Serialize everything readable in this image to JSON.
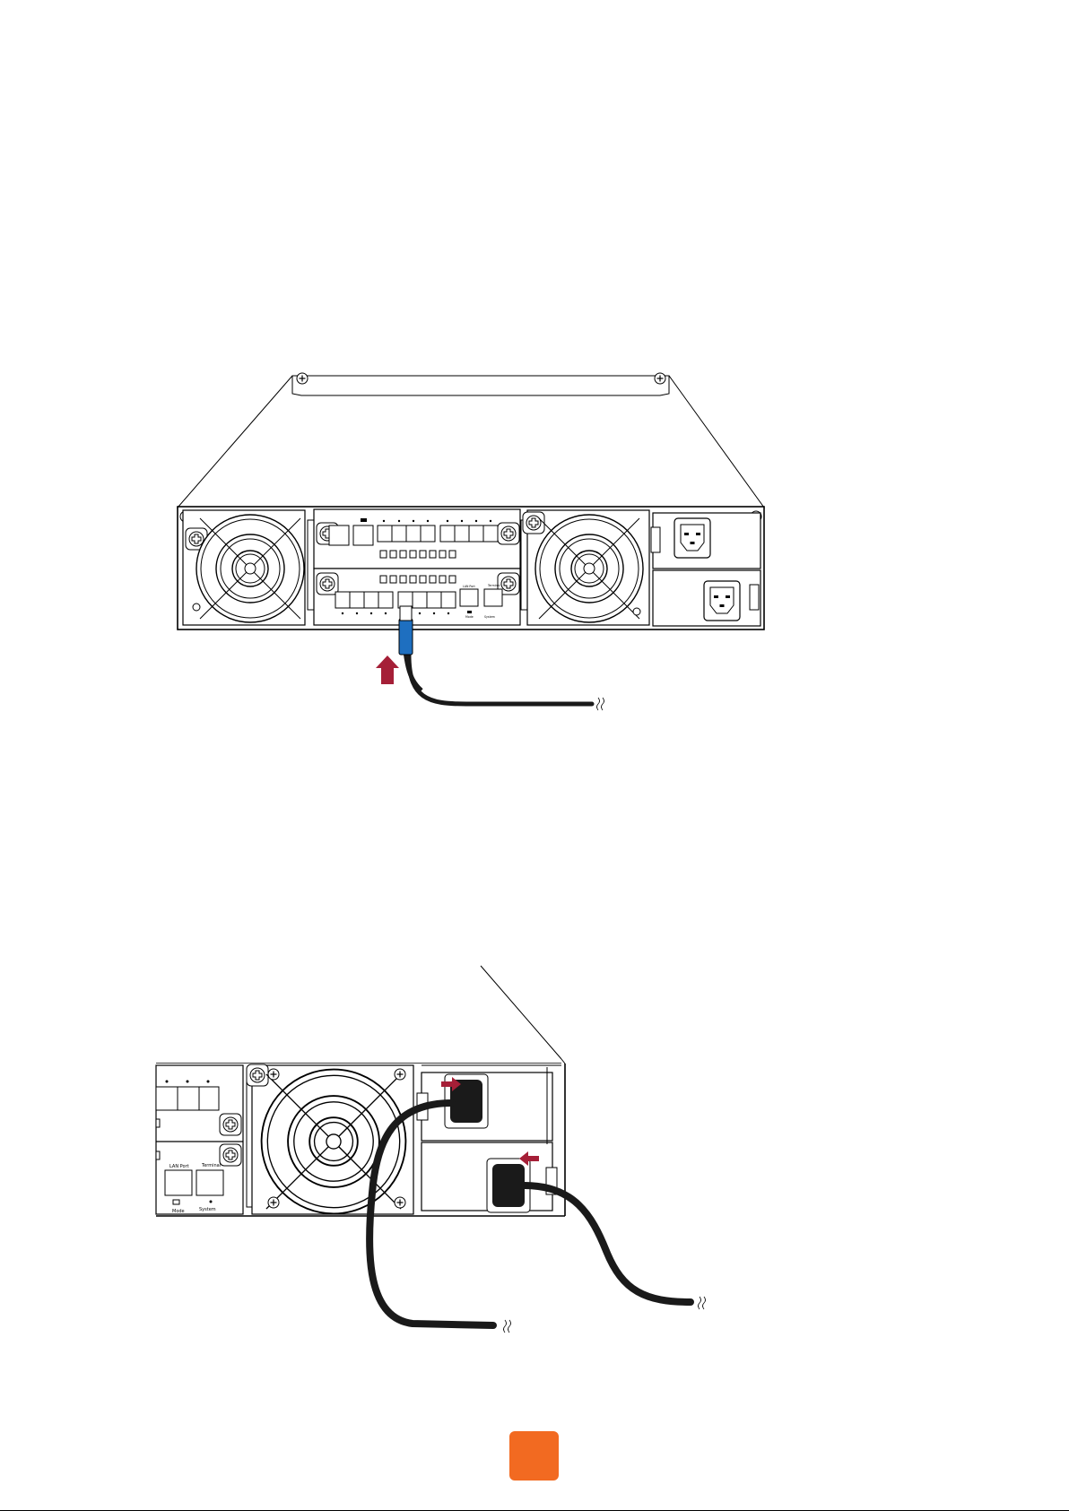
{
  "figure1": {
    "label_lan_port": "LAN Port",
    "label_terminal": "Terminal",
    "label_mode": "Mode",
    "label_system": "System"
  },
  "figure2": {
    "label_lan_port": "LAN Port",
    "label_terminal": "Terminal",
    "label_mode": "Mode",
    "label_system": "System"
  },
  "colors": {
    "arrow": "#a51f37",
    "connector_blue": "#1e6fc0",
    "badge": "#f26a21"
  }
}
